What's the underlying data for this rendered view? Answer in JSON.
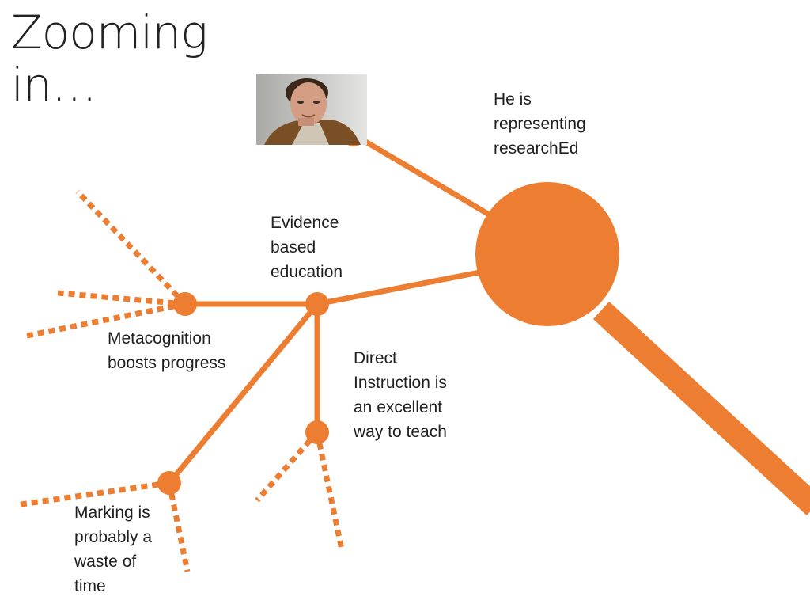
{
  "slide": {
    "title_lines": [
      "Zooming",
      "in…"
    ]
  },
  "labels": {
    "representing": [
      "He is",
      "representing",
      "researchEd"
    ],
    "evidence": [
      "Evidence",
      "based",
      "education"
    ],
    "metacognition": [
      "Metacognition",
      "boosts progress"
    ],
    "direct_instruction": [
      "Direct",
      "Instruction is",
      "an excellent",
      "way to teach"
    ],
    "marking": [
      "Marking is",
      "probably a",
      "waste of",
      "time"
    ]
  },
  "portrait": {
    "icon": "person-photo-icon"
  },
  "colors": {
    "accent": "#ED7D31",
    "text": "#1f1f1f"
  }
}
